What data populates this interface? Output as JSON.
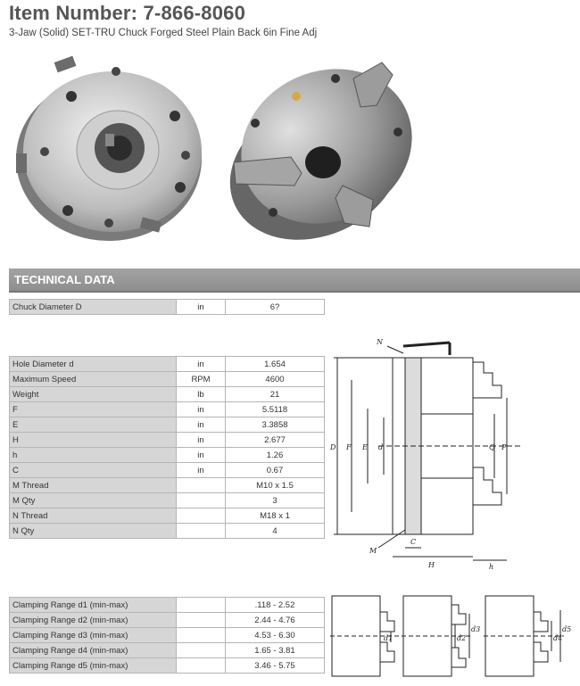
{
  "header": {
    "title": "Item Number: 7-866-8060",
    "subtitle": "3-Jaw (Solid) SET-TRU Chuck Forged Steel Plain Back 6in Fine Adj"
  },
  "section": {
    "title": "TECHNICAL DATA"
  },
  "table_top": [
    {
      "label": "Chuck Diameter D",
      "unit": "in",
      "value": "6?"
    }
  ],
  "table_main": [
    {
      "label": "Hole Diameter d",
      "unit": "in",
      "value": "1.654"
    },
    {
      "label": "Maximum Speed",
      "unit": "RPM",
      "value": "4600"
    },
    {
      "label": "Weight",
      "unit": "lb",
      "value": "21"
    },
    {
      "label": "F",
      "unit": "in",
      "value": "5.5118"
    },
    {
      "label": "E",
      "unit": "in",
      "value": "3.3858"
    },
    {
      "label": "H",
      "unit": "in",
      "value": "2.677"
    },
    {
      "label": "h",
      "unit": "in",
      "value": "1.26"
    },
    {
      "label": "C",
      "unit": "in",
      "value": "0.67"
    },
    {
      "label": "M Thread",
      "unit": "",
      "value": "M10 x 1.5"
    },
    {
      "label": "M Qty",
      "unit": "",
      "value": "3"
    },
    {
      "label": "N Thread",
      "unit": "",
      "value": "M18 x 1"
    },
    {
      "label": "N Qty",
      "unit": "",
      "value": "4"
    }
  ],
  "table_clamp": [
    {
      "label": "Clamping Range d1 (min-max)",
      "unit": "",
      "value": ".118 - 2.52"
    },
    {
      "label": "Clamping Range d2 (min-max)",
      "unit": "",
      "value": "2.44 - 4.76"
    },
    {
      "label": "Clamping Range d3 (min-max)",
      "unit": "",
      "value": "4.53 - 6.30"
    },
    {
      "label": "Clamping Range d4 (min-max)",
      "unit": "",
      "value": "1.65 - 3.81"
    },
    {
      "label": "Clamping Range d5 (min-max)",
      "unit": "",
      "value": "3.46 - 5.75"
    }
  ],
  "drawing_labels": {
    "N": "N",
    "D": "D",
    "F": "F",
    "E": "E",
    "d": "d",
    "Q": "Q",
    "P": "P",
    "M": "M",
    "C": "C",
    "H": "H",
    "h": "h",
    "d1": "d1",
    "d2": "d2",
    "d3": "d3",
    "d4": "d4",
    "d5": "d5"
  },
  "colors": {
    "section_bar": "#999999",
    "label_cell": "#d6d6d6",
    "border": "#b5b5b5"
  }
}
